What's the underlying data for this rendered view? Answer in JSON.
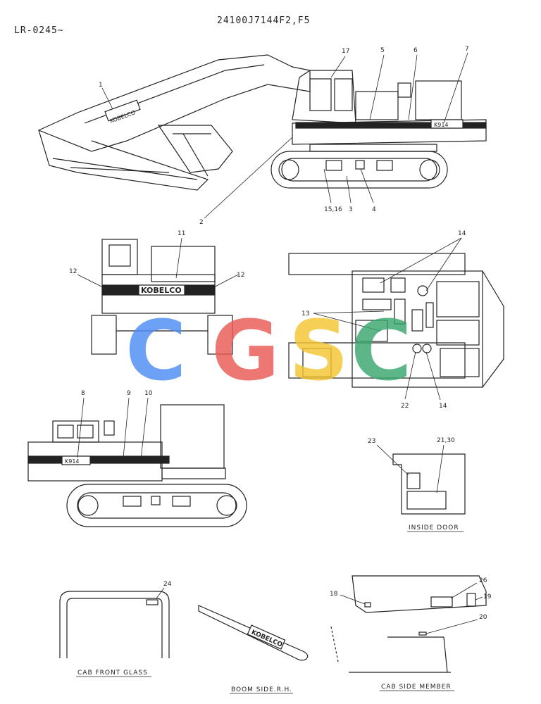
{
  "header": {
    "series": "LR-0245~",
    "part_number": "24100J7144F2,F5"
  },
  "brand": {
    "name": "KOBELCO",
    "model": "K914"
  },
  "callouts": {
    "c1": "1",
    "c2": "2",
    "c3": "3",
    "c4": "4",
    "c5": "5",
    "c6": "6",
    "c7": "7",
    "c8": "8",
    "c9": "9",
    "c10": "10",
    "c11": "11",
    "c12a": "12",
    "c12b": "12",
    "c13": "13",
    "c14a": "14",
    "c14b": "14",
    "c15": "15,16",
    "c17": "17",
    "c18": "18",
    "c19": "19",
    "c20": "20",
    "c21": "21,30",
    "c22": "22",
    "c23": "23",
    "c24": "24",
    "c26": "26"
  },
  "views": {
    "inside_door": "INSIDE DOOR",
    "cab_front_glass": "CAB FRONT GLASS",
    "boom_side": "BOOM SIDE.R.H.",
    "cab_side_member": "CAB SIDE MEMBER"
  },
  "watermark": {
    "letters": [
      "C",
      "G",
      "S",
      "C"
    ],
    "colors": [
      "#4e8df5",
      "#ea5b55",
      "#f4c531",
      "#3aa76d"
    ]
  }
}
